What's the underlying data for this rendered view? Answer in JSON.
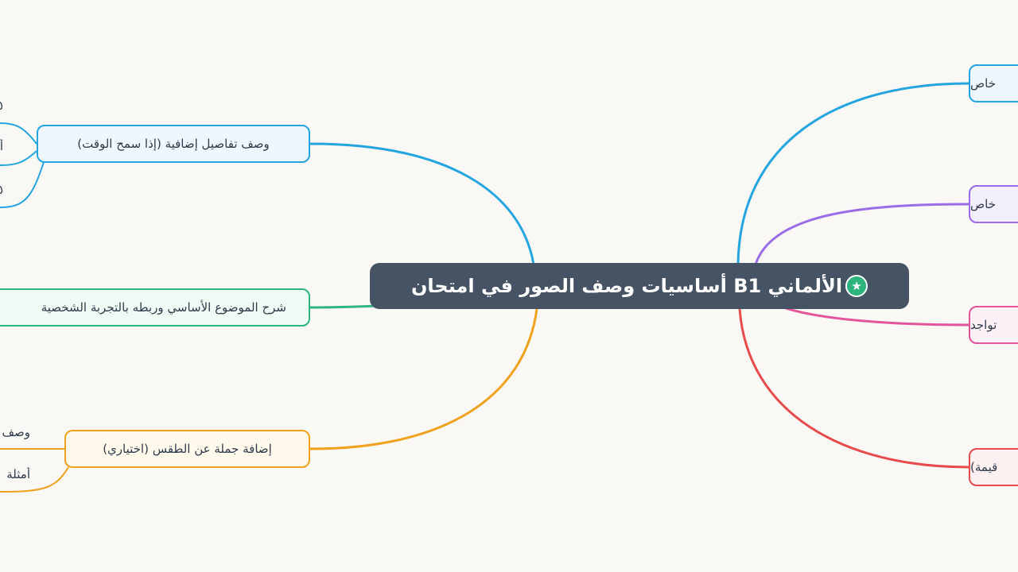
{
  "root": {
    "title": "الألماني B1 أساسيات وصف الصور في امتحان",
    "icon": "star-badge-icon",
    "icon_glyph": "★",
    "icon_color": "#2db37c"
  },
  "left_branches": [
    {
      "label": "وصف تفاصيل إضافية (إذا سمح الوقت)",
      "color": "#25a5df",
      "fill": "#eef7fd",
      "children": [
        "٥",
        "أ",
        "٥"
      ]
    },
    {
      "label": "شرح الموضوع الأساسي وربطه بالتجربة الشخصية",
      "color": "#2cb67d",
      "fill": "#eefaf4",
      "children": []
    },
    {
      "label": "إضافة جملة عن الطقس (اختياري)",
      "color": "#f0a21f",
      "fill": "#fffaeb",
      "children": [
        "وصف",
        "أمثلة"
      ]
    }
  ],
  "right_branches": [
    {
      "label": "خاص",
      "color": "#25a5df",
      "fill": "#eef7fd"
    },
    {
      "label": "خاص",
      "color": "#9a6ce8",
      "fill": "#f4effd"
    },
    {
      "label": "تواجد",
      "color": "#e3549a",
      "fill": "#fdf0f6"
    },
    {
      "label": "قيمة)",
      "color": "#e84b4b",
      "fill": "#fdf0f0"
    }
  ]
}
